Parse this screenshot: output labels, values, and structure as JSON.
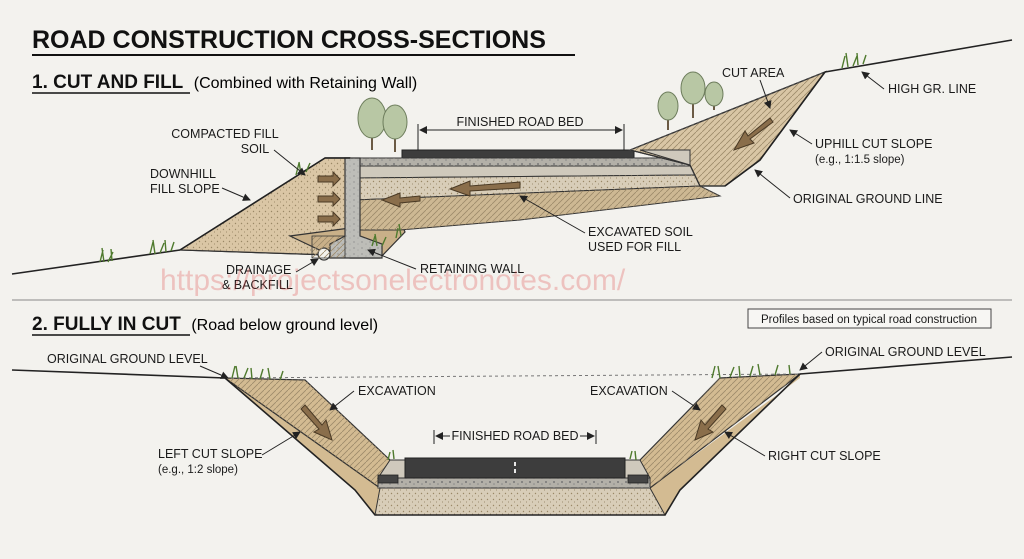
{
  "title": "ROAD CONSTRUCTION CROSS-SECTIONS",
  "section1": {
    "heading": "1. CUT AND FILL",
    "heading_note": "(Combined with Retaining Wall)",
    "labels": {
      "finished_road_bed": "FINISHED ROAD BED",
      "compacted_fill_1": "COMPACTED FILL",
      "compacted_fill_2": "SOIL",
      "downhill_1": "DOWNHILL",
      "downhill_2": "FILL SLOPE",
      "cut_area": "CUT AREA",
      "high_gr_line": "HIGH GR. LINE",
      "uphill_cut_slope": "UPHILL CUT SLOPE",
      "uphill_slope_note": "(e.g., 1:1.5 slope)",
      "original_ground_line": "ORIGINAL GROUND LINE",
      "excavated_soil_1": "EXCAVATED SOIL",
      "excavated_soil_2": "USED FOR FILL",
      "drainage_1": "DRAINAGE",
      "drainage_2": "& BACKFILL",
      "retaining_wall": "RETAINING WALL"
    }
  },
  "section2": {
    "heading": "2. FULLY IN CUT",
    "heading_note": "(Road below ground level)",
    "note_box": "Profiles based on typical road construction",
    "labels": {
      "original_ground_level_left": "ORIGINAL GROUND LEVEL",
      "original_ground_level_right": "ORIGINAL GROUND LEVEL",
      "excavation_left": "EXCAVATION",
      "excavation_right": "EXCAVATION",
      "finished_road_bed": "FINISHED ROAD BED",
      "left_cut_slope": "LEFT CUT SLOPE",
      "left_slope_note": "(e.g., 1:2 slope)",
      "right_cut_slope": "RIGHT CUT SLOPE"
    }
  },
  "watermark": "https://projectsonelectronotes.com/"
}
